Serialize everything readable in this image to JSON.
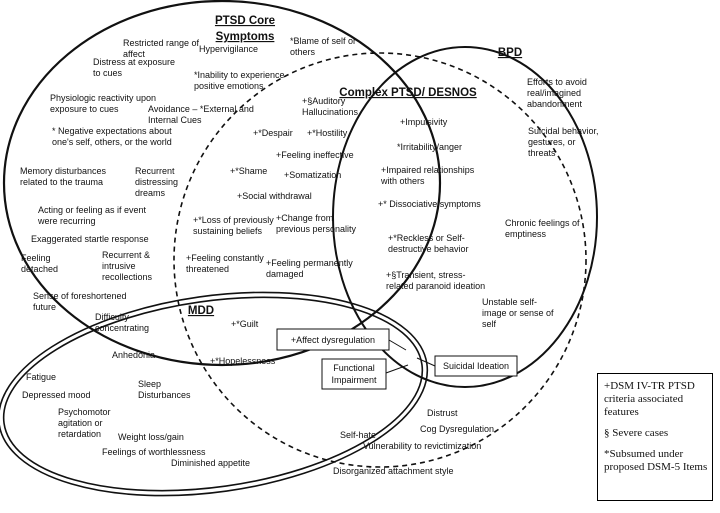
{
  "groups": {
    "ptsd_core": {
      "title_line1": "PTSD Core",
      "title_line2": "Symptoms",
      "items": [
        [
          "Restricted range of",
          "affect"
        ],
        [
          "Hypervigilance"
        ],
        [
          "*Blame of self or",
          "others"
        ],
        [
          "Distress at exposure",
          "to cues"
        ],
        [
          "*Inability to experience",
          "positive emotions"
        ],
        [
          "Physiologic reactivity upon",
          "exposure to cues"
        ],
        [
          "Avoidance – *External and",
          "Internal Cues"
        ],
        [
          "* Negative expectations about",
          "one's self, others, or the world"
        ],
        [
          "Memory disturbances",
          "related to the trauma"
        ],
        [
          "Recurrent",
          "distressing",
          "dreams"
        ],
        [
          "Acting or feeling as if event",
          "were recurring"
        ],
        [
          "Exaggerated startle response"
        ],
        [
          "Feeling",
          "detached"
        ],
        [
          "Recurrent &",
          "intrusive",
          "recollections"
        ],
        [
          "Sense of foreshortened",
          "future"
        ]
      ]
    },
    "complex_ptsd": {
      "title": "Complex PTSD/ DESNOS",
      "items": [
        [
          "+§Auditory",
          "Hallucinations"
        ],
        [
          "+*Despair"
        ],
        [
          "+*Hostility"
        ],
        [
          "+Feeling ineffective"
        ],
        [
          "+*Shame"
        ],
        [
          "+Somatization"
        ],
        [
          "+Social withdrawal"
        ],
        [
          "+*Loss of previously",
          "sustaining beliefs"
        ],
        [
          "+Change from",
          "previous personality"
        ],
        [
          "+Feeling constantly",
          "threatened"
        ],
        [
          "+Feeling permanently",
          "damaged"
        ]
      ]
    },
    "overlap_ptsd_bpd": {
      "items": [
        [
          "+Impulsivity"
        ],
        [
          "*Irritability/anger"
        ],
        [
          "+Impaired relationships",
          "with others"
        ],
        [
          "+* Dissociative symptoms"
        ],
        [
          "+*Reckless or Self-",
          "destructive behavior"
        ],
        [
          "+§Transient, stress-",
          "related paranoid ideation"
        ]
      ]
    },
    "bpd": {
      "title": "BPD",
      "items": [
        [
          "Efforts to avoid",
          "real/imagined",
          "abandonment"
        ],
        [
          "Suicidal behavior,",
          "gestures, or",
          "threats"
        ],
        [
          "Chronic feelings of",
          "emptiness"
        ],
        [
          "Unstable self-",
          "image or sense of",
          "self"
        ]
      ]
    },
    "mdd": {
      "title": "MDD",
      "items": [
        [
          "Difficulty",
          "concentrating"
        ],
        [
          "+*Guilt"
        ],
        [
          "Anhedonia"
        ],
        [
          "+*Hopelessness"
        ],
        [
          "Fatigue"
        ],
        [
          "Sleep",
          "Disturbances"
        ],
        [
          "Depressed mood"
        ],
        [
          "Psychomotor",
          "agitation or",
          "retardation"
        ],
        [
          "Weight loss/gain"
        ],
        [
          "Feelings of worthlessness"
        ],
        [
          "Diminished appetite"
        ]
      ]
    },
    "bottom": {
      "items": [
        [
          "Distrust"
        ],
        [
          "Cog Dysregulation"
        ],
        [
          "Self-hate"
        ],
        [
          "Vulnerability to revictimization"
        ],
        [
          "Disorganized attachment style"
        ]
      ]
    }
  },
  "boxes": {
    "affect": "+Affect dysregulation",
    "functional": [
      "Functional",
      "Impairment"
    ],
    "suicidal": "Suicidal Ideation"
  },
  "legend": {
    "plus": "+DSM IV-TR PTSD criteria associated features",
    "section": "§ Severe cases",
    "star": "*Subsumed under proposed DSM-5 Items"
  }
}
